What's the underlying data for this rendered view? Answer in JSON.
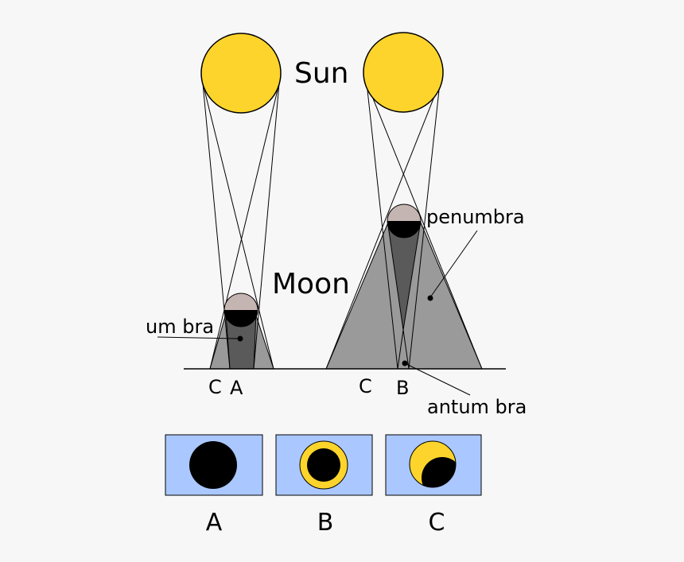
{
  "labels": {
    "sun": "Sun",
    "moon": "Moon",
    "umbra": "um bra",
    "penumbra": "penumbra",
    "antumbra": "antum bra",
    "left_c": "C",
    "left_a": "A",
    "right_c": "C",
    "right_b": "B"
  },
  "panels": {
    "a": "A",
    "b": "B",
    "c": "C"
  },
  "colors": {
    "background": "#f7f7f7",
    "sun": "#fdd42b",
    "moon_lit": "#c4b4b2",
    "moon_dark": "#000000",
    "penumbra": "#9a9a9a",
    "umbra": "#5a5a5a",
    "panel_bg": "#aac8ff"
  }
}
